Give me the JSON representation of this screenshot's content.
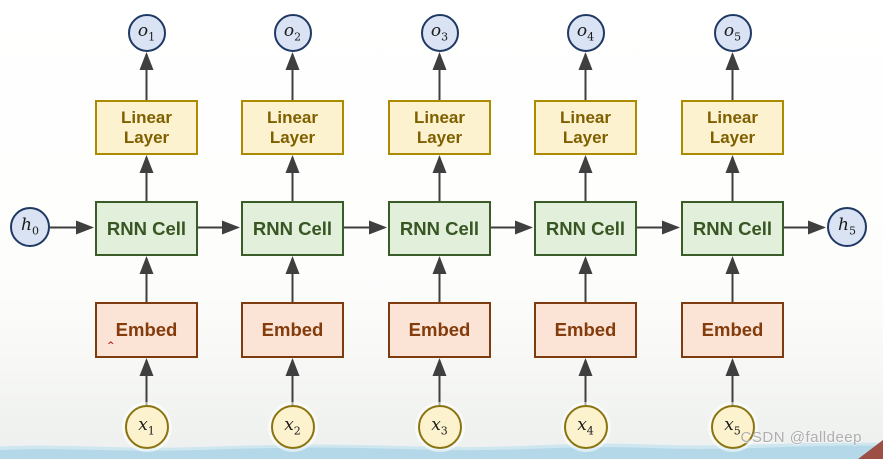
{
  "diagram": {
    "hidden_state_left": {
      "base": "h",
      "sub": "0"
    },
    "hidden_state_right": {
      "base": "h",
      "sub": "5"
    },
    "columns": [
      {
        "output_base": "o",
        "output_sub": "1",
        "linear_label": "Linear Layer",
        "rnn_label": "RNN Cell",
        "embed_label": "Embed",
        "input_base": "x",
        "input_sub": "1"
      },
      {
        "output_base": "o",
        "output_sub": "2",
        "linear_label": "Linear Layer",
        "rnn_label": "RNN Cell",
        "embed_label": "Embed",
        "input_base": "x",
        "input_sub": "2"
      },
      {
        "output_base": "o",
        "output_sub": "3",
        "linear_label": "Linear Layer",
        "rnn_label": "RNN Cell",
        "embed_label": "Embed",
        "input_base": "x",
        "input_sub": "3"
      },
      {
        "output_base": "o",
        "output_sub": "4",
        "linear_label": "Linear Layer",
        "rnn_label": "RNN Cell",
        "embed_label": "Embed",
        "input_base": "x",
        "input_sub": "4"
      },
      {
        "output_base": "o",
        "output_sub": "5",
        "linear_label": "Linear Layer",
        "rnn_label": "RNN Cell",
        "embed_label": "Embed",
        "input_base": "x",
        "input_sub": "5"
      }
    ],
    "stray_mark": "^"
  },
  "watermark": "CSDN @falldeep",
  "colors": {
    "state-fill": "#dae3f3",
    "state-stroke": "#1f3864",
    "linear-fill": "#fdf2cf",
    "linear-stroke": "#ad8b00",
    "linear-text": "#7f6000",
    "rnn-fill": "#e2efda",
    "rnn-stroke": "#3a5c28",
    "rnn-text": "#375623",
    "embed-fill": "#fbe3d5",
    "embed-stroke": "#7d3b10",
    "embed-text": "#843c0c",
    "input-fill": "#fcf2cd",
    "input-stroke": "#8a7410",
    "arrow": "#3f3f3f",
    "wave": "#b4d8e7",
    "wave-light": "#cde6f0",
    "corner": "#9c4f45",
    "watermark": "#aeaeae",
    "stray": "#b02020"
  }
}
